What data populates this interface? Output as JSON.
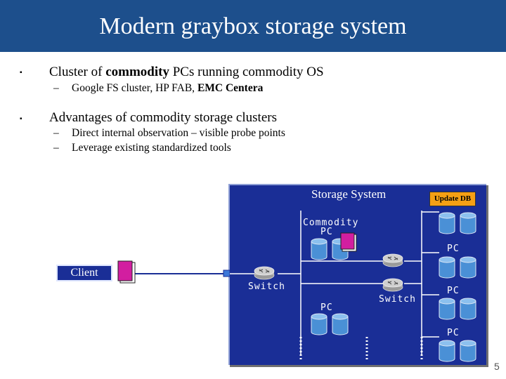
{
  "slide": {
    "title": "Modern graybox storage system",
    "page_number": "5"
  },
  "bullets": [
    {
      "prefix": "Cluster of ",
      "bold": "commodity",
      "suffix": " PCs running commodity OS",
      "sub": [
        {
          "prefix": "Google FS cluster, HP FAB, ",
          "bold": "EMC Centera"
        }
      ]
    },
    {
      "prefix": "Advantages of commodity storage clusters",
      "sub": [
        {
          "prefix": "Direct internal observation – visible probe points"
        },
        {
          "prefix": "Leverage existing standardized tools"
        }
      ]
    }
  ],
  "diagram": {
    "storage_label": "Storage System",
    "update_label": "Update DB",
    "client_label": "Client",
    "commodity_label": "Commodity",
    "pc_label": "PC",
    "switch_label": "Switch",
    "colors": {
      "background": "#1a2e96",
      "disk": "#4a90d6",
      "pc_icon": "#d21ea0",
      "update": "#f5a014"
    }
  }
}
